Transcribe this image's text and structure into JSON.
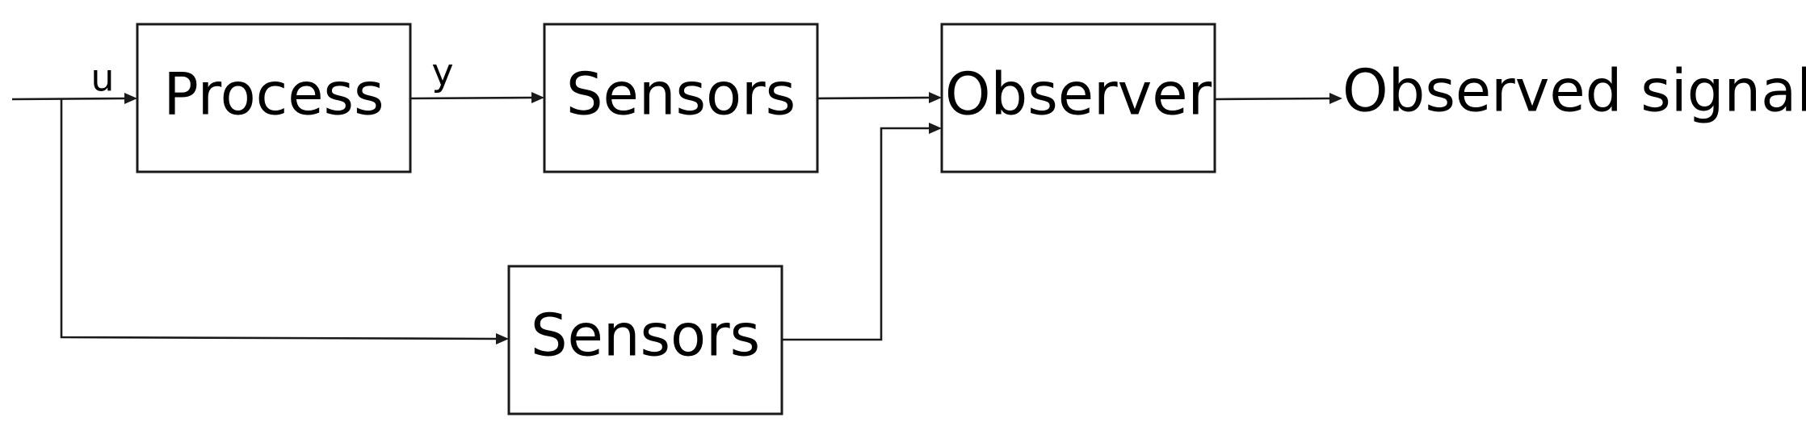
{
  "diagram": {
    "blocks": {
      "process": "Process",
      "sensors_top": "Sensors",
      "observer": "Observer",
      "sensors_bottom": "Sensors"
    },
    "signals": {
      "input": "u",
      "output": "y"
    },
    "output_label": "Observed signal"
  }
}
